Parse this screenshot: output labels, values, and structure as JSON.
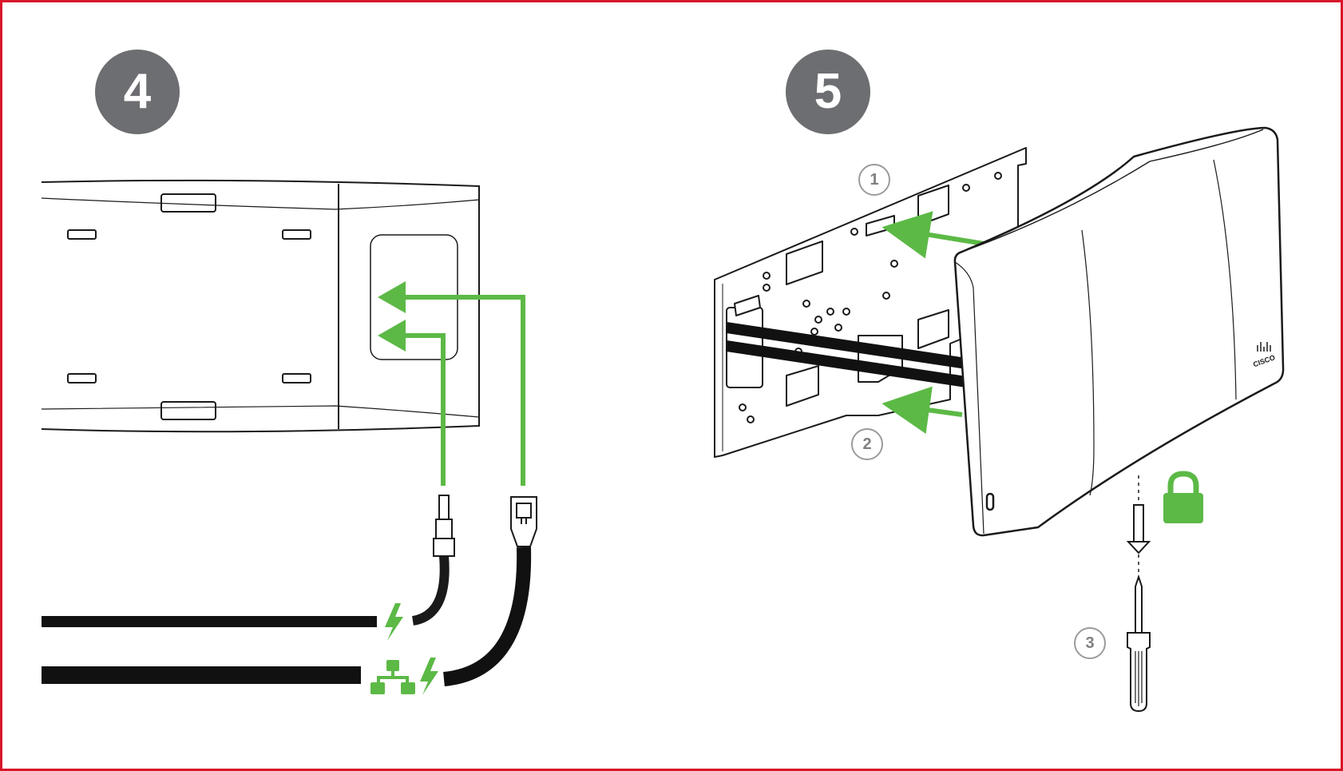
{
  "steps": [
    {
      "number": "4"
    },
    {
      "number": "5"
    }
  ],
  "callouts": [
    "1",
    "2",
    "3"
  ],
  "icons": {
    "power": "lightning-bolt-icon",
    "network": "network-topology-icon",
    "lock": "padlock-icon",
    "logo": "cisco-logo"
  },
  "logo_text": "CISCO",
  "colors": {
    "frame": "#d9152a",
    "accent_green": "#5cb946",
    "badge_gray": "#6d6e71",
    "line": "#1a1a1a"
  }
}
